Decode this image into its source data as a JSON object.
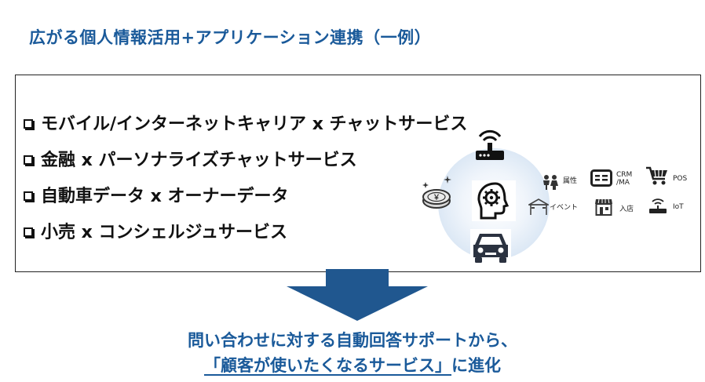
{
  "title": "広がる個人情報活用+アプリケーション連携（一例）",
  "items": [
    "モバイル/インターネットキャリア x チャットサービス",
    "金融 x パーソナライズチャットサービス",
    "自動車データ x オーナーデータ",
    "小売 x コンシェルジュサービス"
  ],
  "diagram": {
    "labels": {
      "attribute": "属性",
      "crm": "CRM\n/MA",
      "pos": "POS",
      "event": "イベント",
      "store": "入店",
      "iot": "IoT"
    },
    "coin_text": "￥"
  },
  "bottom": {
    "line1": "問い合わせに対する自動回答サポートから、",
    "line2_underlined": "「顧客が使いたくなるサービス」",
    "line2_rest": "に進化"
  },
  "colors": {
    "title": "#1a5a9a",
    "arrow": "#20578f",
    "ring": "#c7d9ee"
  }
}
